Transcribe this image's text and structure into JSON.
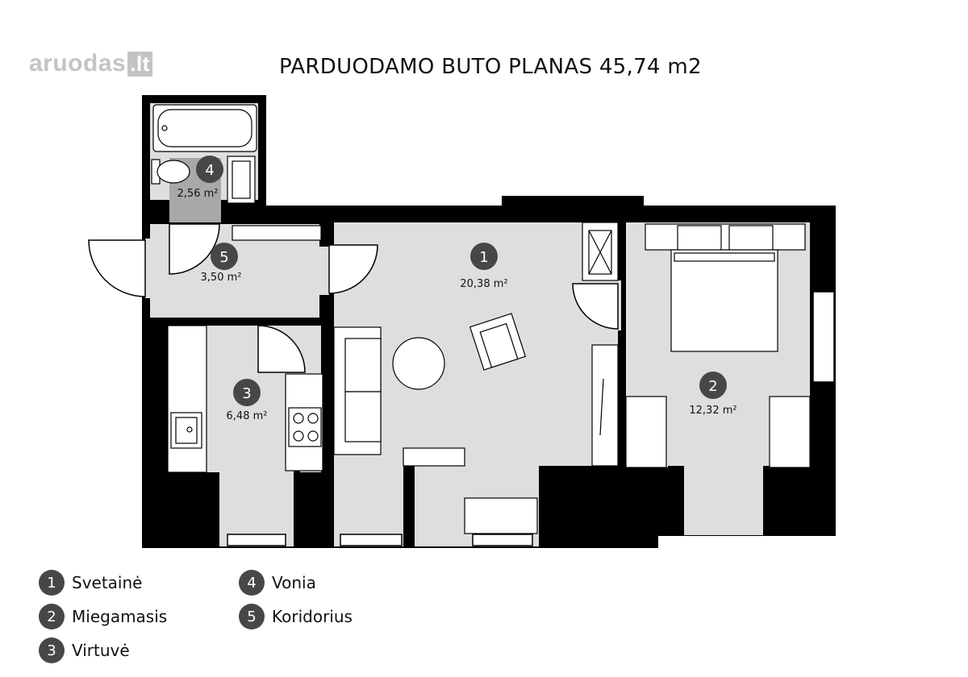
{
  "logo": {
    "brand": "aruodas",
    "tld": ".lt"
  },
  "title": "PARDUODAMO BUTO PLANAS 45,74 m2",
  "rooms": [
    {
      "number": "1",
      "area": "20,38 m²"
    },
    {
      "number": "2",
      "area": "12,32 m²"
    },
    {
      "number": "3",
      "area": "6,48 m²"
    },
    {
      "number": "4",
      "area": "2,56 m²"
    },
    {
      "number": "5",
      "area": "3,50 m²"
    }
  ],
  "legend": [
    {
      "number": "1",
      "label": "Svetainė"
    },
    {
      "number": "2",
      "label": "Miegamasis"
    },
    {
      "number": "3",
      "label": "Virtuvė"
    },
    {
      "number": "4",
      "label": "Vonia"
    },
    {
      "number": "5",
      "label": "Koridorius"
    }
  ],
  "colors": {
    "wall": "#000000",
    "floor": "#dedede",
    "badge": "#474747",
    "furniture": "#ffffff",
    "tile": "#a8a8a8"
  }
}
